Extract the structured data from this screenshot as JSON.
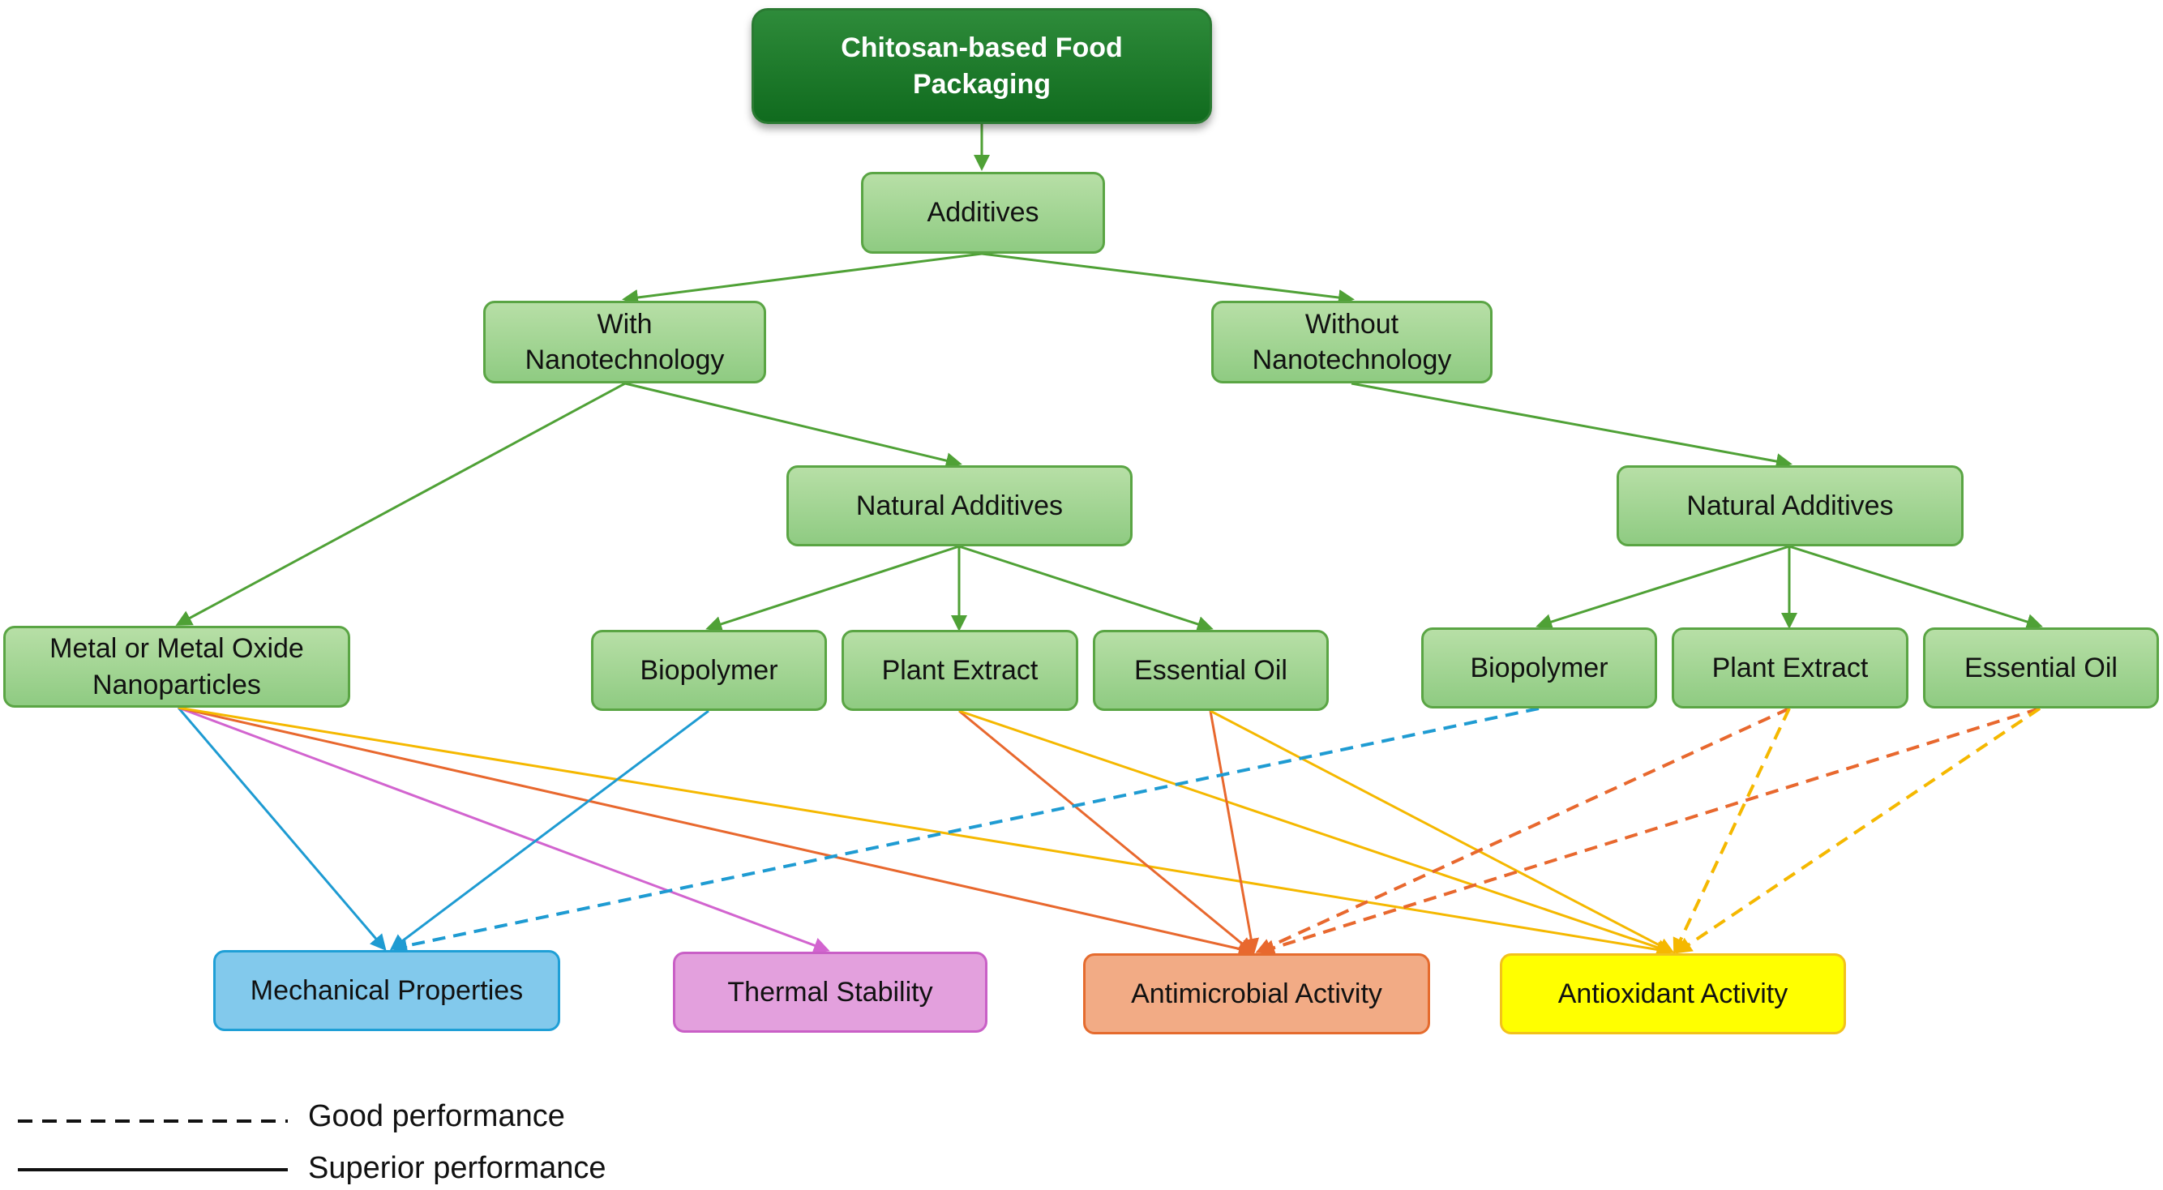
{
  "nodes": {
    "root": "Chitosan-based Food Packaging",
    "additives": "Additives",
    "with_nano": "With Nanotechnology",
    "without_nano": "Without Nanotechnology",
    "natural_left": "Natural Additives",
    "natural_right": "Natural Additives",
    "metal_np": "Metal or Metal Oxide Nanoparticles",
    "biopolymer_left": "Biopolymer",
    "plant_left": "Plant Extract",
    "oil_left": "Essential Oil",
    "biopolymer_right": "Biopolymer",
    "plant_right": "Plant Extract",
    "oil_right": "Essential Oil",
    "mechanical": "Mechanical Properties",
    "thermal": "Thermal Stability",
    "antimicrobial": "Antimicrobial Activity",
    "antioxidant": "Antioxidant Activity"
  },
  "legend": {
    "dashed": "Good performance",
    "solid": "Superior performance"
  },
  "colors": {
    "hierarchy": "#4fa136",
    "mechanical": "#1e9bd2",
    "thermal": "#d264cf",
    "antimicrobial": "#e8682e",
    "antioxidant": "#f5b800"
  }
}
